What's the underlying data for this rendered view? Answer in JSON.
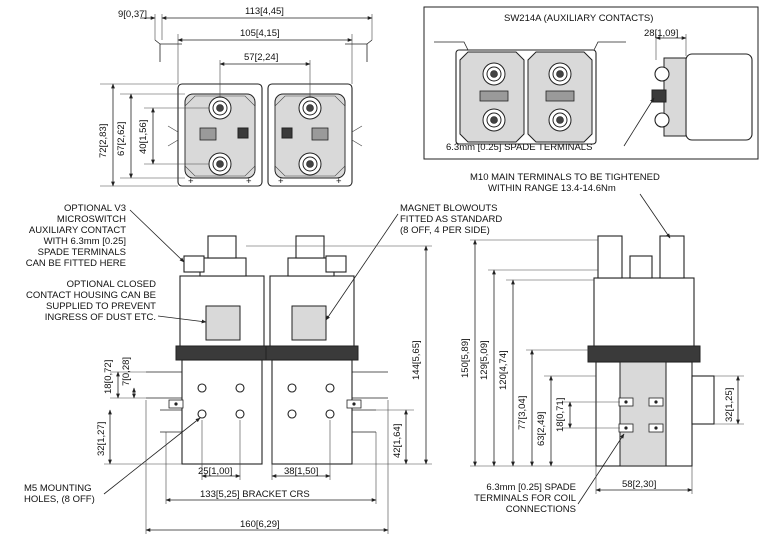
{
  "top_view": {
    "dims": {
      "flange": "9[0,37]",
      "overall_width": "113[4,45]",
      "body_width": "105[4,15]",
      "terminal_spacing": "57[2,24]",
      "height_72": "72[2,83]",
      "height_67": "67[2,62]",
      "height_40": "40[1,56]"
    },
    "plus_sign": "+"
  },
  "auxiliary_inset": {
    "title": "SW214A (AUXILIARY CONTACTS)",
    "dim_28": "28[1,09]",
    "spade_label": "6.3mm [0.25] SPADE TERMINALS"
  },
  "front_view": {
    "notes": {
      "microswitch": [
        "OPTIONAL V3",
        "MICROSWITCH",
        "AUXILIARY CONTACT",
        "WITH 6.3mm [0.25]",
        "SPADE TERMINALS",
        "CAN BE FITTED HERE"
      ],
      "housing": [
        "OPTIONAL CLOSED",
        "CONTACT HOUSING CAN BE",
        "SUPPLIED TO PREVENT",
        "INGRESS OF DUST ETC."
      ],
      "blowouts": [
        "MAGNET BLOWOUTS",
        "FITTED AS STANDARD",
        "(8 OFF, 4 PER SIDE)"
      ],
      "mounting": [
        "M5 MOUNTING",
        "HOLES, (8 OFF)"
      ]
    },
    "dims": {
      "d18": "18[0,72]",
      "d7": "7[0,28]",
      "d32": "32[1,27]",
      "d25": "25[1,00]",
      "d38": "38[1,50]",
      "d133": "133[5,25] BRACKET CRS",
      "d160": "160[6,29]",
      "d144": "144[5,65]",
      "d42": "42[1,64]"
    }
  },
  "side_view": {
    "notes": {
      "terminals": [
        "M10 MAIN TERMINALS TO BE TIGHTENED",
        "WITHIN RANGE 13.4-14.6Nm"
      ],
      "coil": [
        "6.3mm [0.25] SPADE",
        "TERMINALS FOR COIL",
        "CONNECTIONS"
      ]
    },
    "dims": {
      "d150": "150[5,89]",
      "d129": "129[5,09]",
      "d120": "120[4,74]",
      "d77": "77[3,04]",
      "d63": "63[2,49]",
      "d18": "18[0,71]",
      "d32": "32[1,25]",
      "d58": "58[2,30]"
    }
  }
}
